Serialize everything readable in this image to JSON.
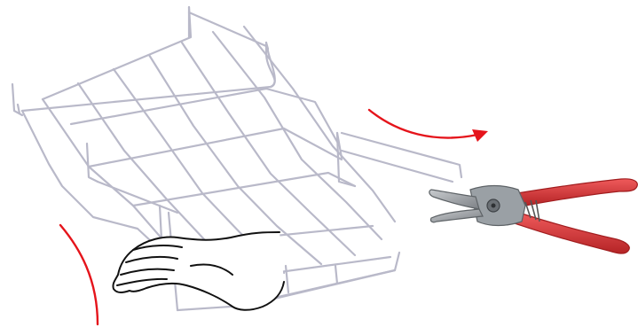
{
  "illustration": {
    "objects": [
      "wire-mesh-cable-tray",
      "hand",
      "tin-snips"
    ],
    "arrows": [
      {
        "name": "rotation-arrow-right",
        "color": "#e5141b"
      },
      {
        "name": "bending-arc-left",
        "color": "#e5141b"
      }
    ],
    "colors": {
      "wire": "#b9b9c9",
      "wire_dark": "#9a9aae",
      "arrow": "#e5141b",
      "snips_handle": "#e0393a",
      "snips_handle_dark": "#b52426",
      "snips_blade": "#8e9296",
      "snips_blade_light": "#c8cbce",
      "hand_outline": "#111111"
    }
  }
}
